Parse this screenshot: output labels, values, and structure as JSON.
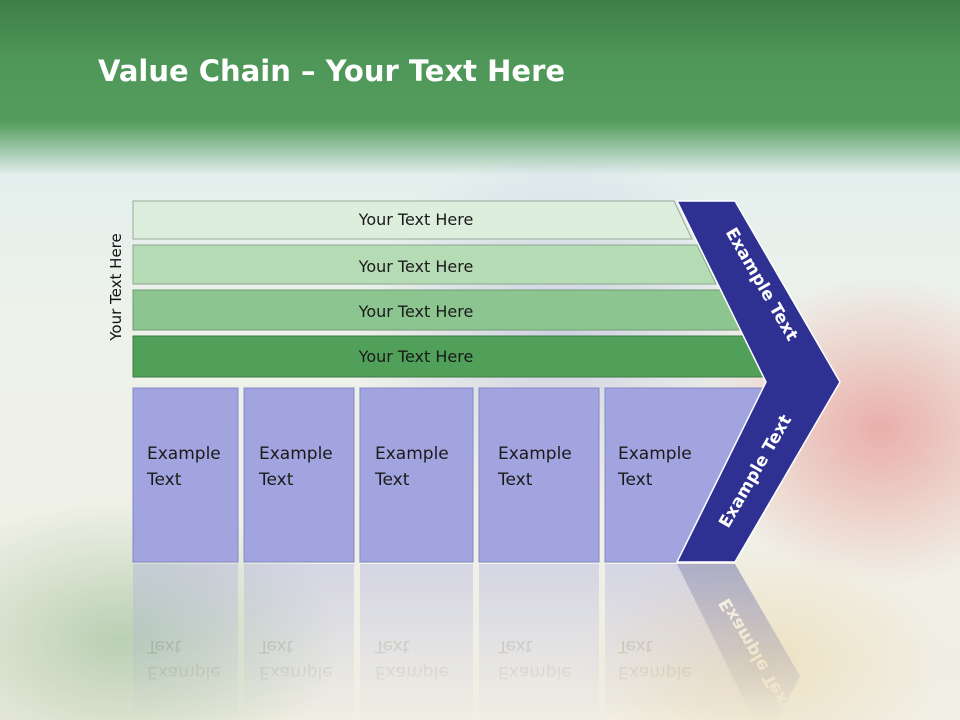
{
  "slide": {
    "title_bold": "Value Chain",
    "title_rest": " – Your Text Here"
  },
  "side_label": "Your Text Here",
  "bars": [
    {
      "label": "Your Text Here",
      "color": "#ddeedd"
    },
    {
      "label": "Your Text Here",
      "color": "#b6dcb6"
    },
    {
      "label": "Your Text Here",
      "color": "#8cc590"
    },
    {
      "label": "Your Text Here",
      "color": "#50a05a"
    }
  ],
  "columns": [
    {
      "line1": "Example",
      "line2": "Text"
    },
    {
      "line1": "Example",
      "line2": "Text"
    },
    {
      "line1": "Example",
      "line2": "Text"
    },
    {
      "line1": "Example",
      "line2": "Text"
    },
    {
      "line1": "Example",
      "line2": "Text"
    }
  ],
  "chevron": {
    "upper_label": "Example Text",
    "lower_label": "Example Text",
    "color": "#2e3192"
  },
  "colors": {
    "column_fill": "#a2a4e0",
    "header_green": "#4f9758"
  }
}
